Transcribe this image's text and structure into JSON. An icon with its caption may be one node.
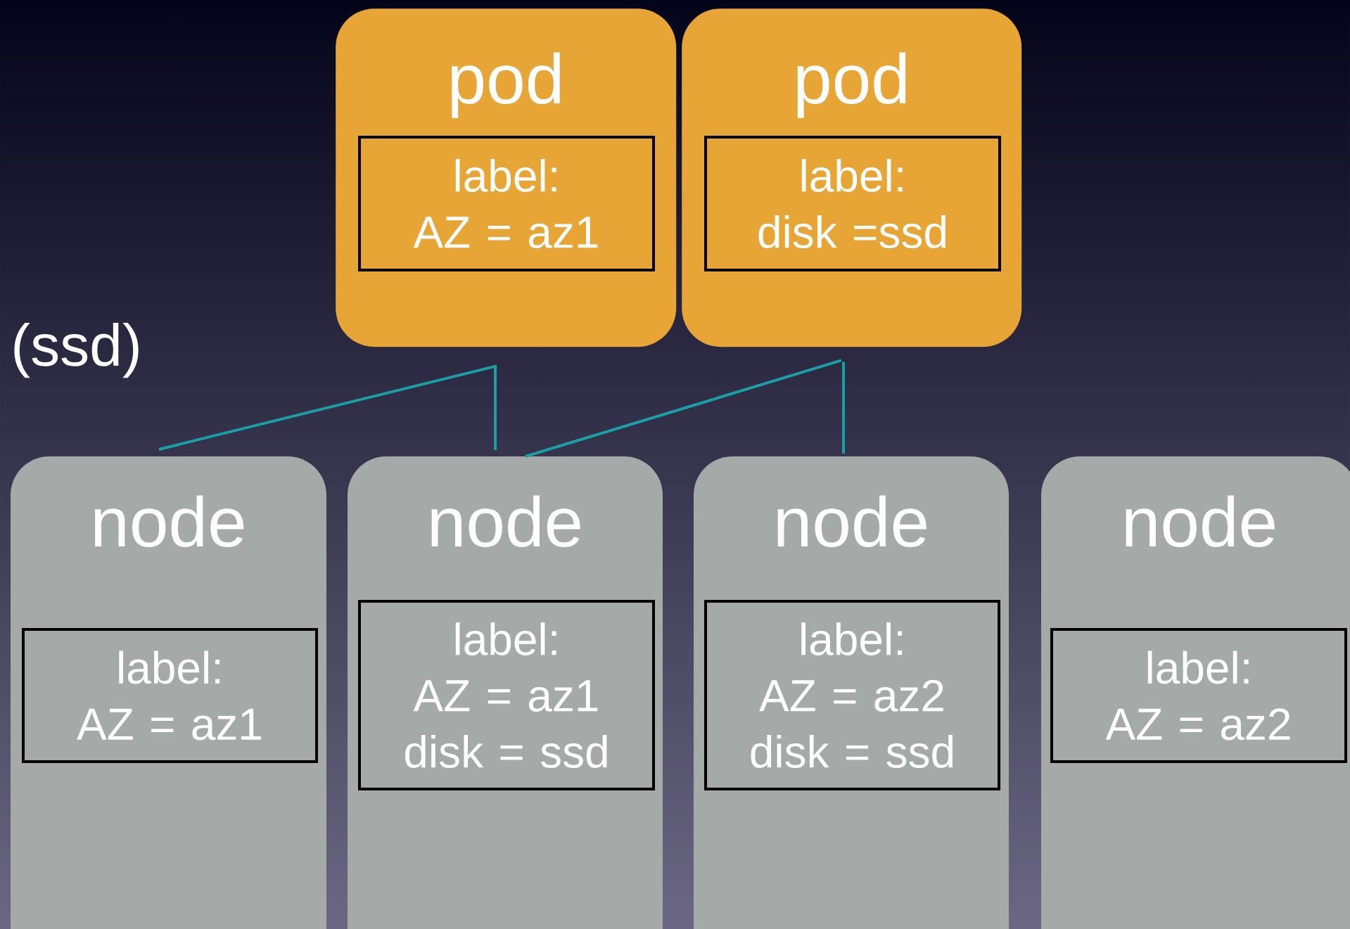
{
  "diagram": {
    "nodes": [
      {
        "text": [
          "pod"
        ]
      },
      {
        "text": [
          "label:",
          "AZ = az1"
        ],
        "in": 0
      },
      {
        "text": [
          "pod"
        ]
      },
      {
        "text": [
          "label:",
          "disk =ssd"
        ],
        "in": 2
      },
      {
        "text": [
          "node"
        ]
      },
      {
        "text": [
          "label:",
          "AZ = az1"
        ],
        "in": 4
      },
      {
        "text": [
          "node"
        ]
      },
      {
        "text": [
          "label:",
          "AZ = az1 disk = ssd"
        ],
        "in": 6
      },
      {
        "text": [
          "node"
        ]
      },
      {
        "text": [
          "label:",
          "AZ = az2 disk = ssd"
        ],
        "in": 8
      },
      {
        "text": [
          "node"
        ]
      },
      {
        "text": [
          "label:",
          "AZ = az2"
        ],
        "in": 10
      }
    ],
    "edges": [
      {
        "from": 0,
        "to": 4,
        "arrow": "none"
      },
      {
        "from": 0,
        "to": 6,
        "arrow": "none"
      },
      {
        "from": 2,
        "to": 6,
        "arrow": "none"
      },
      {
        "from": 2,
        "to": 8,
        "arrow": "none"
      }
    ],
    "labels": [
      "(ssd)"
    ]
  }
}
